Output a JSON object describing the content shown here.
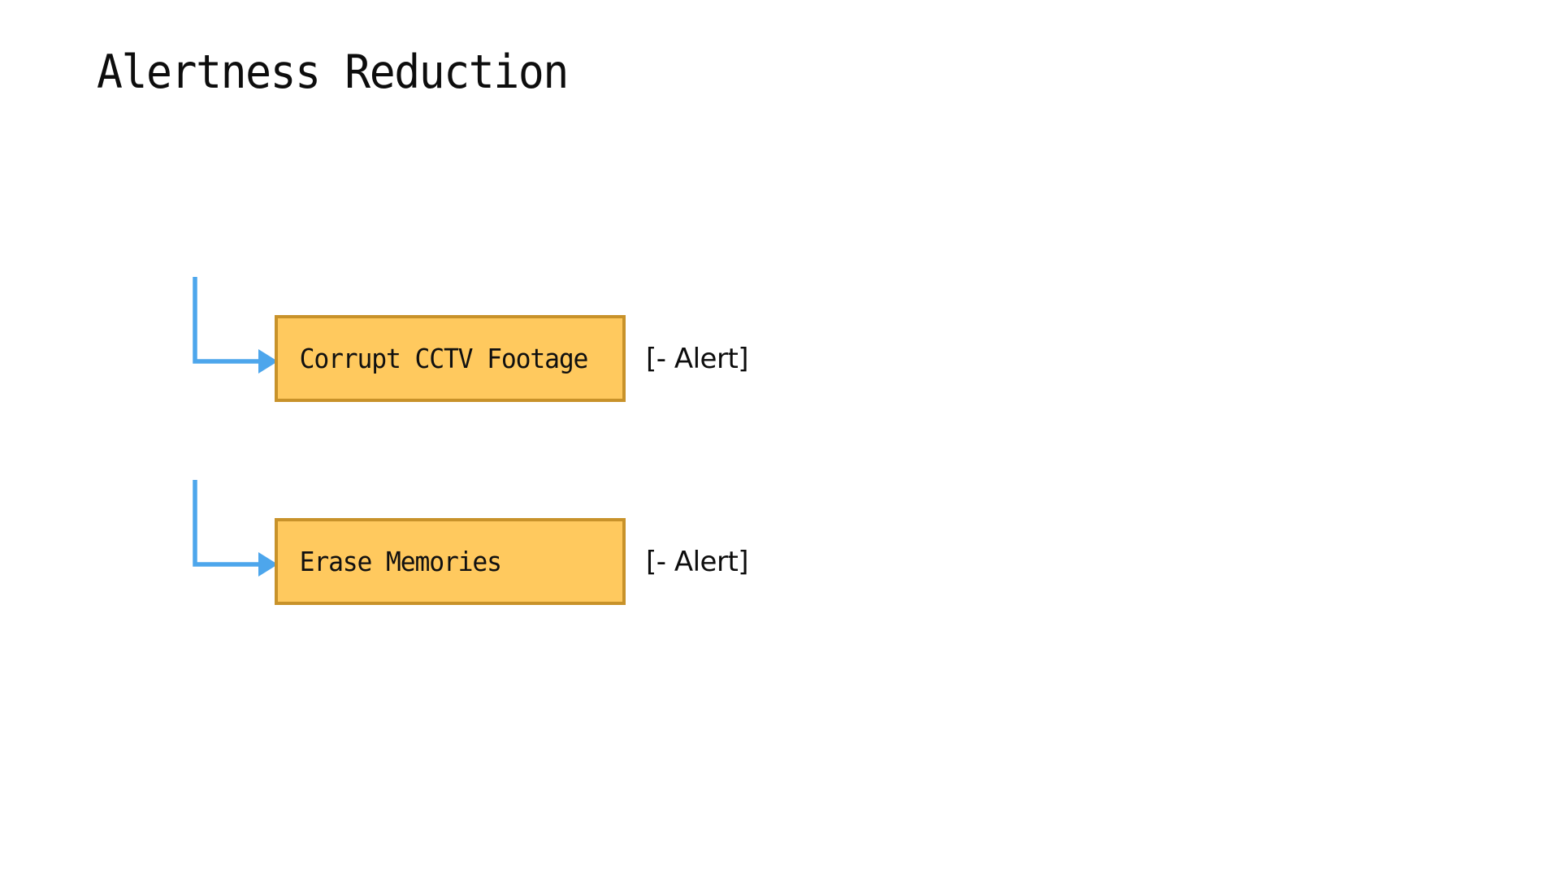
{
  "page": {
    "title": "Alertness Reduction",
    "background_color": "#ffffff"
  },
  "theme": {
    "box_fill": "#ffc95e",
    "box_border": "#c8922a",
    "connector_color": "#4da6ec",
    "text_color": "#0d0d0d"
  },
  "diagram": {
    "type": "flow-nodes",
    "nodes": [
      {
        "label": "Corrupt CCTV Footage",
        "annotation": "[- Alert]",
        "connector": "elbow-arrow-right"
      },
      {
        "label": "Erase Memories",
        "annotation": "[- Alert]",
        "connector": "elbow-arrow-right"
      }
    ]
  }
}
